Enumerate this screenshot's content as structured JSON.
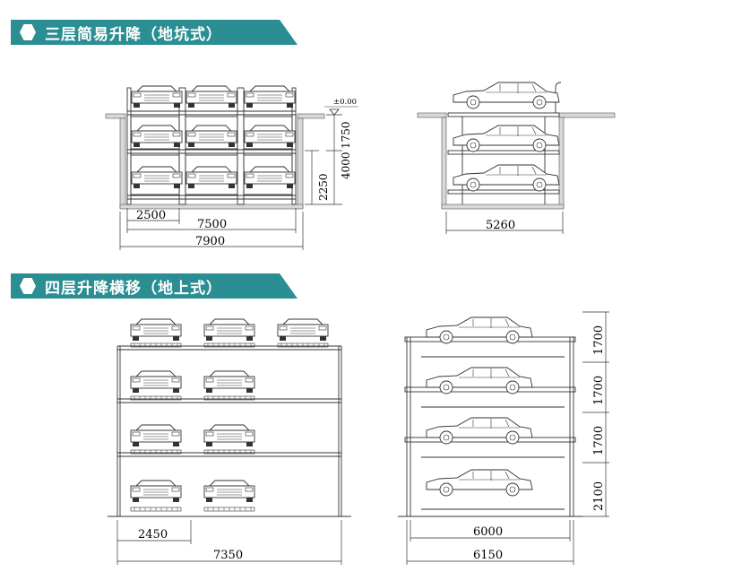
{
  "sections": [
    {
      "title": "三层简易升降（地坑式）"
    },
    {
      "title": "四层升降横移（地上式）"
    }
  ],
  "top_left": {
    "level_label": "±0.00",
    "dims": {
      "d1750": "1750",
      "d4000": "4000",
      "d2250": "2250",
      "d2500": "2500",
      "d7500": "7500",
      "d7900": "7900"
    }
  },
  "top_right": {
    "dims": {
      "d5260": "5260"
    }
  },
  "bottom_left": {
    "dims": {
      "d2450": "2450",
      "d7350": "7350"
    }
  },
  "bottom_right": {
    "dims": {
      "h1": "1700",
      "h2": "1700",
      "h3": "1700",
      "h4": "2100",
      "d6000": "6000",
      "d6150": "6150"
    }
  },
  "colors": {
    "banner": "#2b8e92",
    "line": "#333333"
  }
}
